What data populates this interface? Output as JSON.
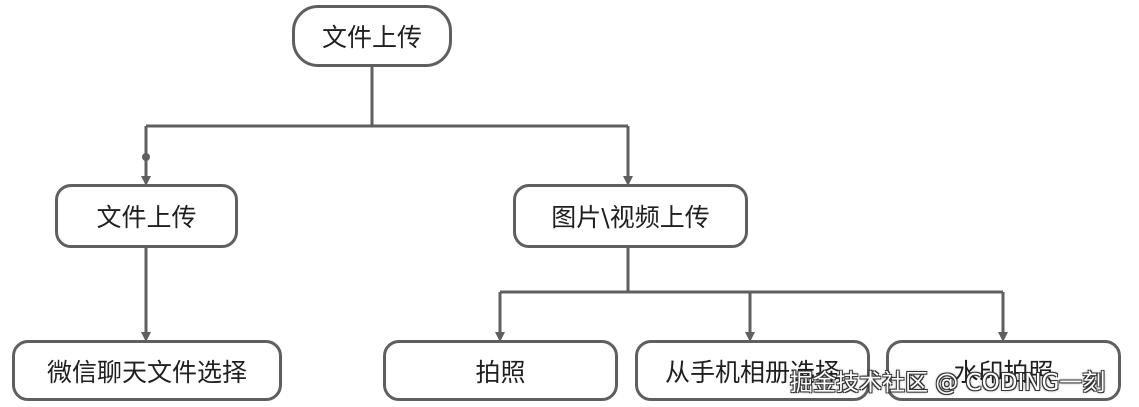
{
  "diagram": {
    "root": {
      "label": "文件上传"
    },
    "branches": [
      {
        "label": "文件上传",
        "children": [
          "微信聊天文件选择"
        ]
      },
      {
        "label": "图片\\视频上传",
        "children": [
          "拍照",
          "从手机相册选择",
          "水印拍照"
        ]
      }
    ]
  },
  "watermark": "掘金技术社区 @ CODING一刻",
  "colors": {
    "stroke": "#5f5f5f",
    "text": "#1f1f1f",
    "background": "#ffffff"
  }
}
